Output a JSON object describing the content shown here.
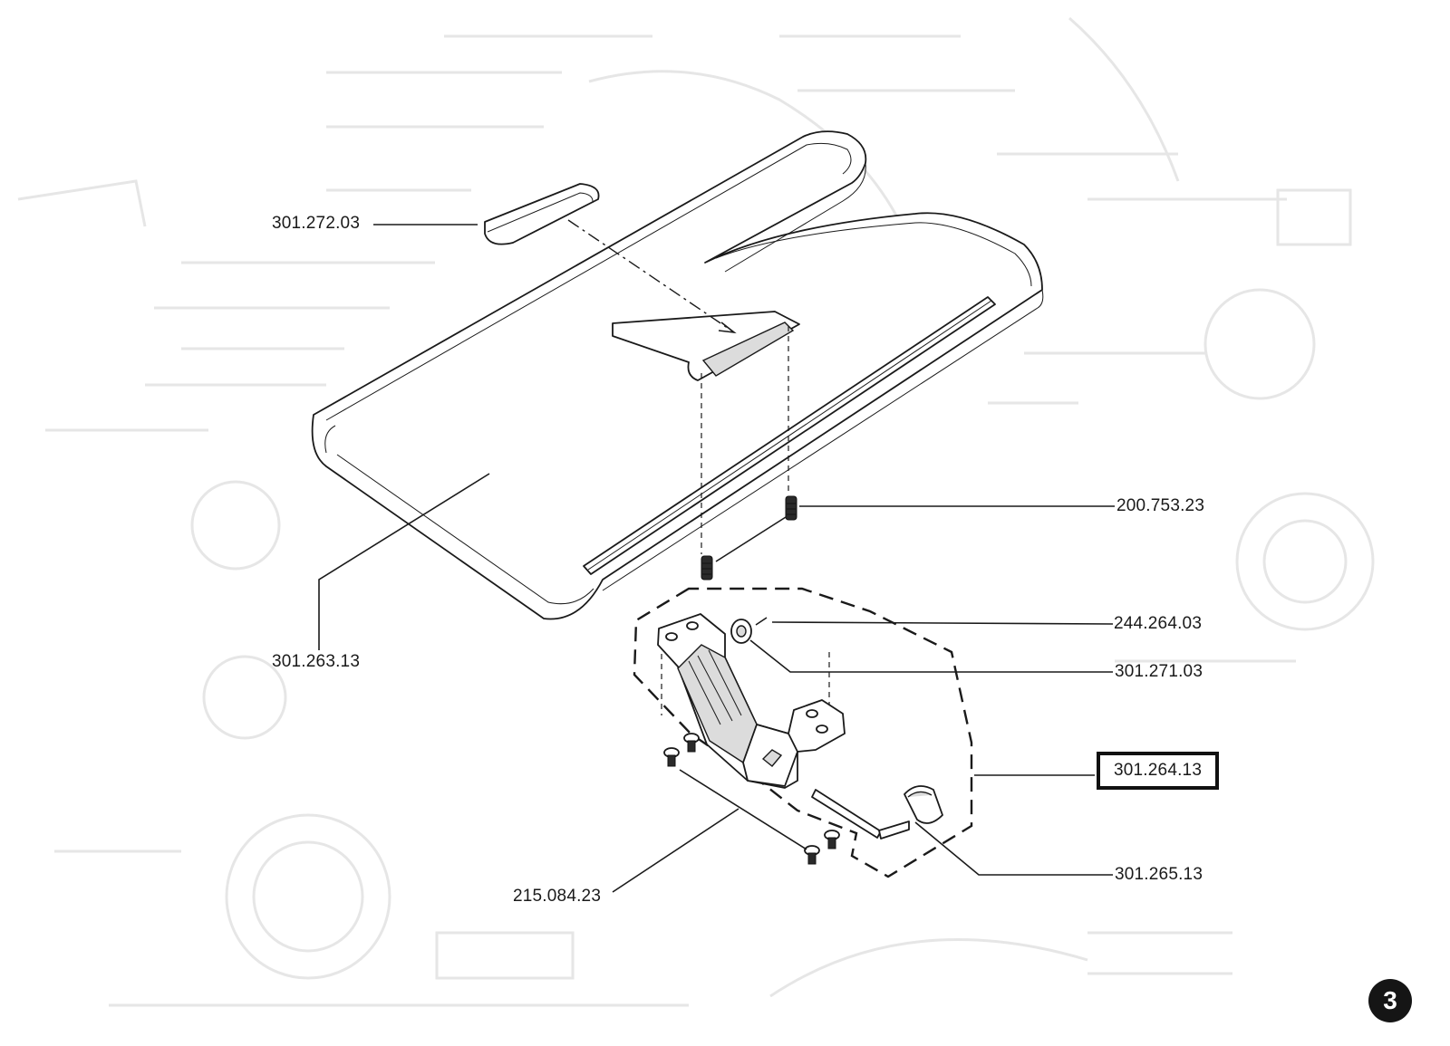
{
  "diagram": {
    "part_numbers": {
      "cover": "301.272.03",
      "table": "301.263.13",
      "screw_spring": "200.753.23",
      "pin": "244.264.03",
      "roller": "301.271.03",
      "assembly": "301.264.13",
      "lever": "301.265.13",
      "screws": "215.084.23"
    },
    "page_number": "3"
  }
}
